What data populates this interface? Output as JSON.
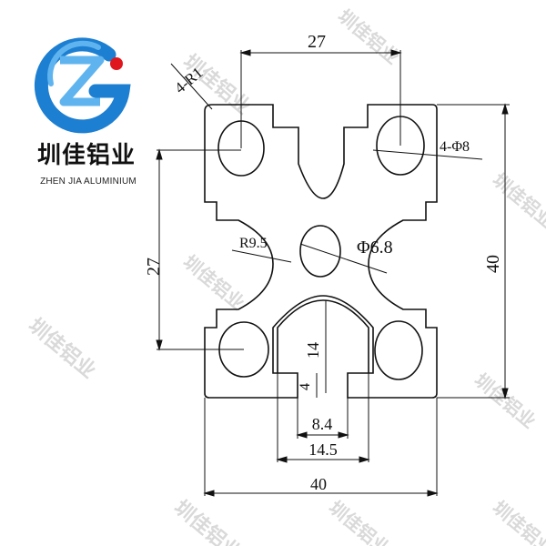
{
  "brand": {
    "name_cn": "圳佳铝业",
    "name_en": "ZHEN JIA ALUMINIUM",
    "logo_colors": {
      "blue": "#1d7fd1",
      "light_blue": "#5fb4ef",
      "red": "#e0161e"
    }
  },
  "watermark": {
    "text": "圳佳铝业",
    "color": "#d9d9d9"
  },
  "dimensions": {
    "corner_radius": "4-R1",
    "top_width": "27",
    "hole_dia": "4-Φ8",
    "left_height": "27",
    "right_height": "40",
    "inner_radius": "R9.5",
    "center_dia": "Φ6.8",
    "slot_depth": "14",
    "slot_lip": "4",
    "slot_opening": "8.4",
    "slot_width": "14.5",
    "bottom_width": "40"
  }
}
